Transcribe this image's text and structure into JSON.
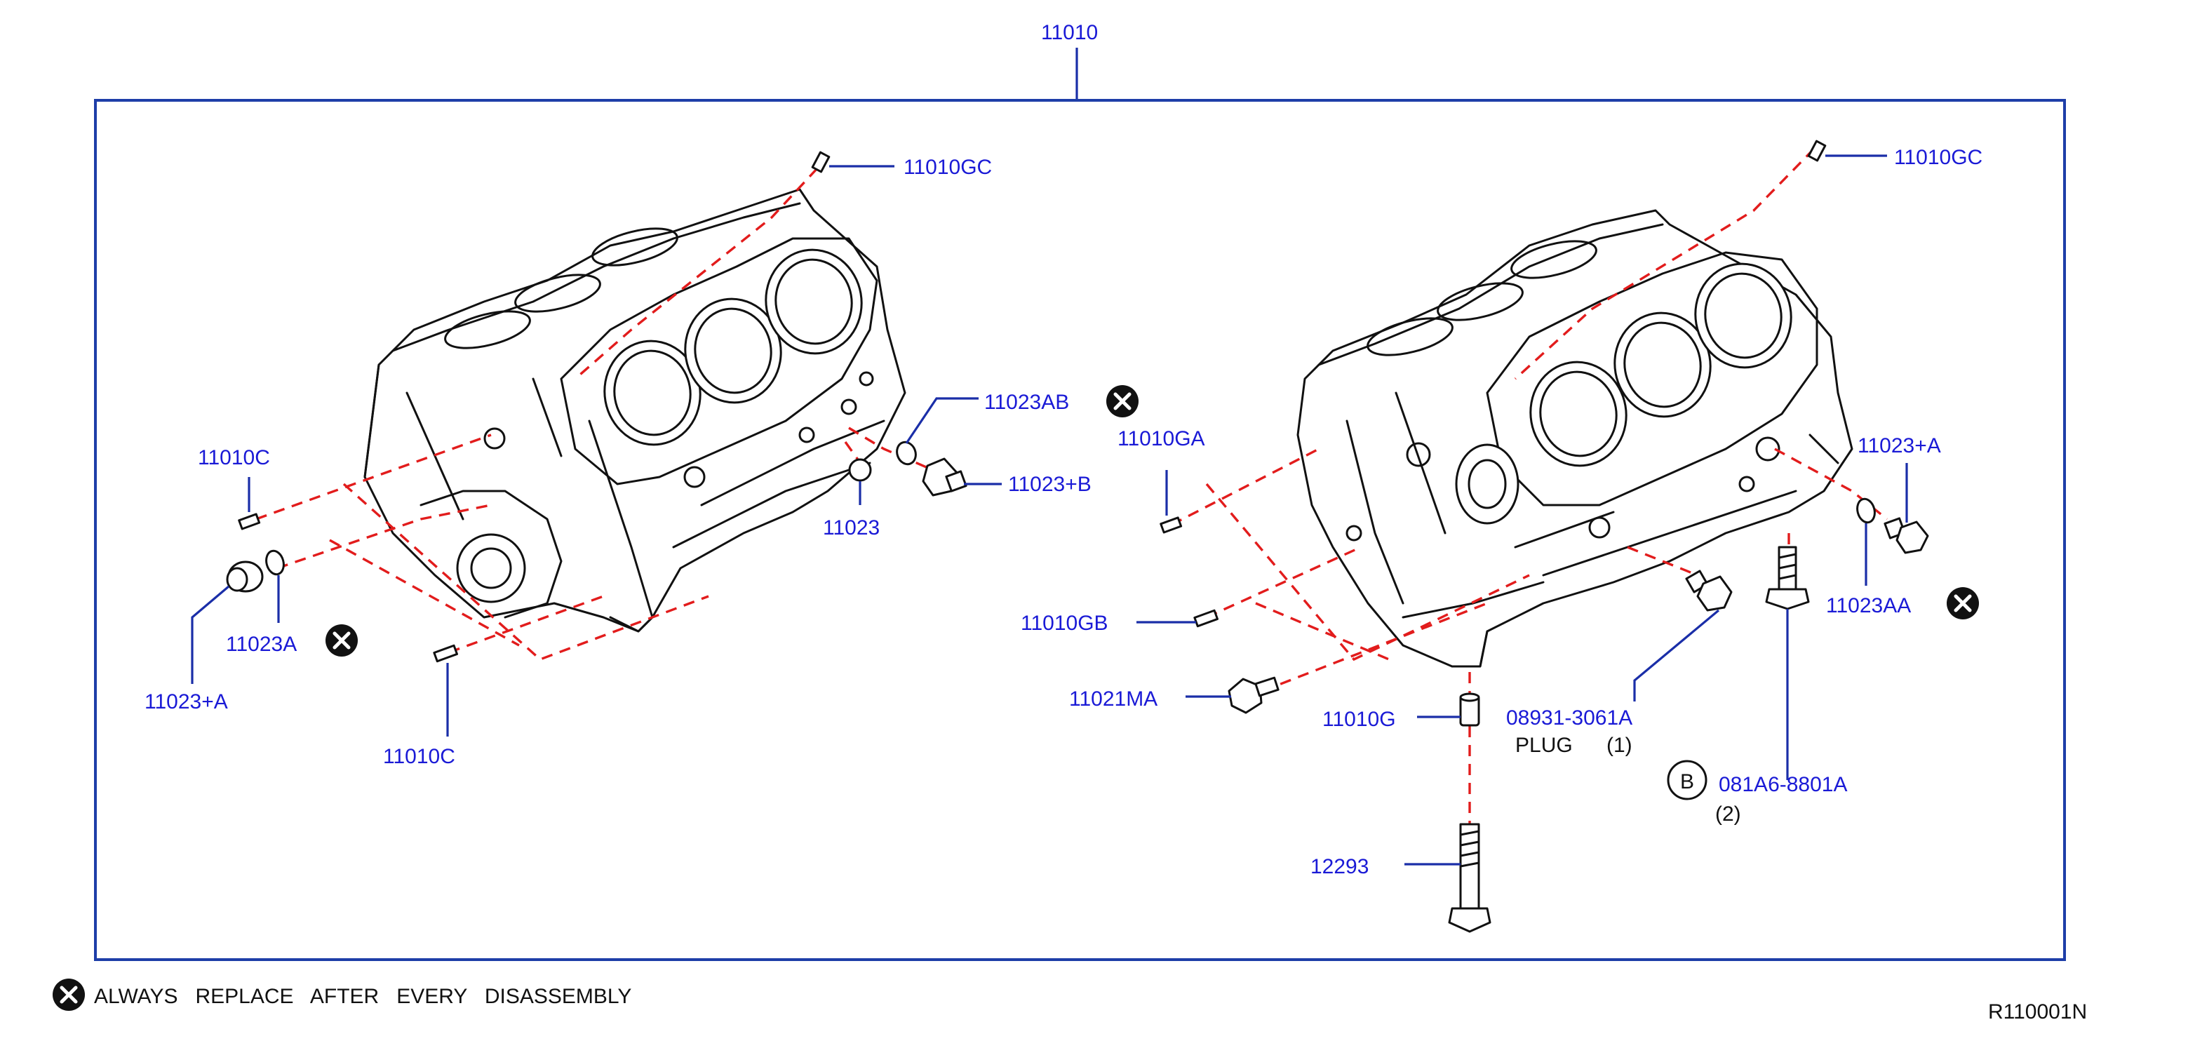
{
  "diagram": {
    "assembly_label": "11010",
    "figure_code": "R110001N",
    "legend": {
      "icon": "x-circle-icon",
      "text": "ALWAYS   REPLACE   AFTER   EVERY   DISASSEMBLY"
    },
    "left_block": {
      "parts": {
        "gc": "11010GC",
        "c_upper": "11010C",
        "c_lower": "11010C",
        "ab": "11023AB",
        "plus_b": "11023+B",
        "p11023": "11023",
        "a": "11023A",
        "plus_a": "11023+A"
      }
    },
    "right_block": {
      "parts": {
        "gc": "11010GC",
        "ga": "11010GA",
        "gb": "11010GB",
        "ma": "11021MA",
        "g": "11010G",
        "p12293": "12293",
        "plug_number": "08931-3061A",
        "plug_name": "PLUG",
        "plug_qty": "(1)",
        "bolt_marker": "B",
        "bolt_number": "081A6-8801A",
        "bolt_qty": "(2)",
        "plus_a": "11023+A",
        "aa": "11023AA"
      }
    },
    "colors": {
      "label_blue": "#1a1ad6",
      "leader_blue": "#1a2ea8",
      "dash_red": "#e21c1c",
      "frame_blue": "#1e3ea8",
      "ink": "#111111"
    }
  }
}
